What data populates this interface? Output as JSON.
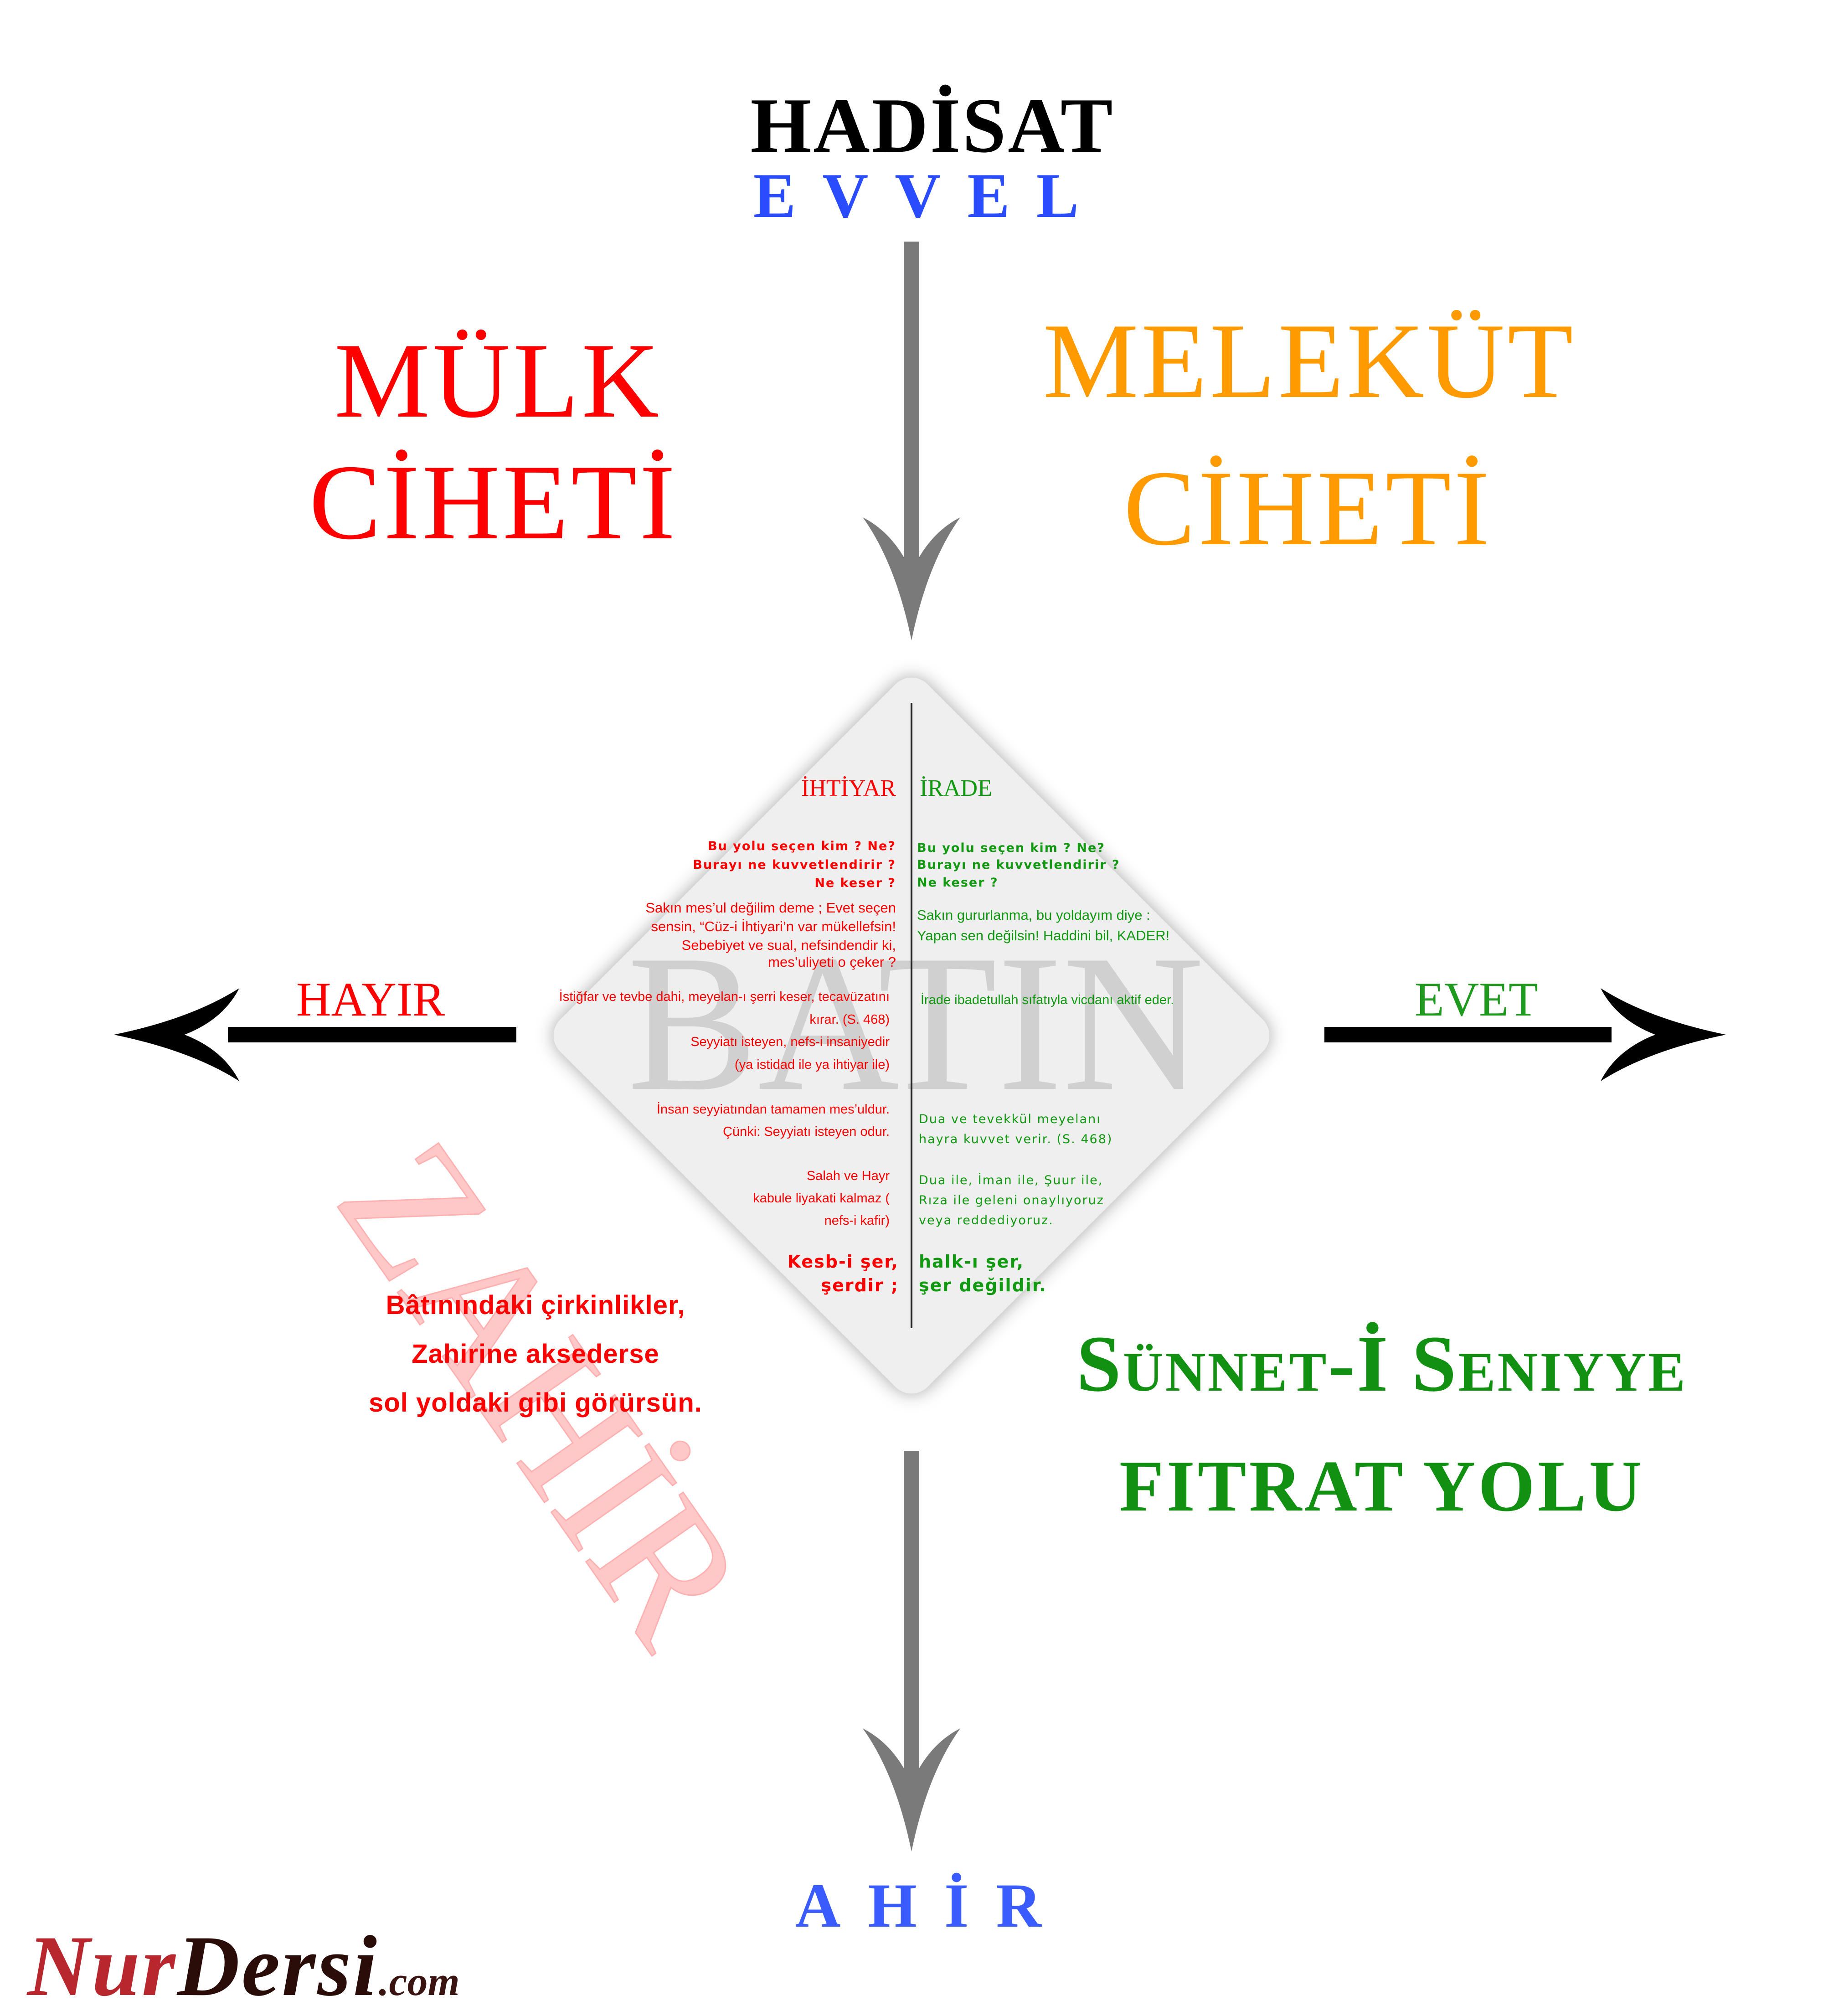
{
  "top": {
    "title": "HADİSAT",
    "subtitle": "EVVEL"
  },
  "bottom": {
    "label": "AHİR"
  },
  "left_quadrant": {
    "line1": "MÜLK",
    "line2": "CİHETİ"
  },
  "right_quadrant": {
    "line1": "MELEKÜT",
    "line2": "CİHETİ"
  },
  "arrows": {
    "left_label": "HAYIR",
    "right_label": "EVET"
  },
  "right_bottom": {
    "line1": "Sünnet-İ Seniyye",
    "line2": "FITRAT YOLU"
  },
  "left_bottom": {
    "watermark": "ZAHİR",
    "lines": [
      "Bâtınındaki çirkinlikler,",
      "Zahirine aksederse",
      "sol yoldaki gibi görürsün."
    ]
  },
  "diamond": {
    "watermark": "BATIN",
    "left": {
      "heading": "İHTİYAR",
      "lines": [
        "Bu yolu seçen kim ? Ne?",
        "Burayı ne kuvvetlendirir ?",
        "Ne keser ?",
        "Sakın mes’ul değilim deme ; Evet seçen",
        "sensin, “Cüz-i İhtiyari’n var mükellefsin!",
        "Sebebiyet ve sual, nefsindendir ki,",
        "mes’uliyeti o çeker ?",
        "İstiğfar ve tevbe dahi, meyelan-ı şerri keser, tecavüzatını",
        "kırar. (S. 468)",
        "Seyyiatı isteyen, nefs-i insaniyedir",
        "(ya istidad ile ya ihtiyar ile)",
        "İnsan seyyiatından tamamen mes’uldur.",
        "Çünki: Seyyiatı isteyen odur.",
        "Salah ve Hayr",
        "kabule liyakati kalmaz (",
        "nefs-i kafir)",
        "Kesb-i şer,",
        "şerdir ;"
      ]
    },
    "right": {
      "heading": "İRADE",
      "lines": [
        "Bu yolu seçen kim ? Ne?",
        "Burayı ne kuvvetlendirir ?",
        "Ne keser ?",
        "Sakın gururlanma, bu yoldayım diye :",
        "Yapan sen değilsin! Haddini bil, KADER!",
        "İrade ibadetullah sıfatıyla vicdanı aktif eder.",
        "Dua ve tevekkül meyelanı",
        "hayra kuvvet verir. (S. 468)",
        "Dua ile, İman ile, Şuur ile,",
        "Rıza ile geleni onaylıyoruz",
        "veya reddediyoruz.",
        "halk-ı şer,",
        "şer değildir."
      ]
    }
  },
  "logo": {
    "part1": "Nur",
    "part2": "Dersi",
    "part3": ".com"
  },
  "colors": {
    "red": "#ff0000",
    "orange": "#ff9a00",
    "green": "#119011",
    "blue": "#2a4cff",
    "arrow_gray": "#7a7a7a",
    "diamond_bg": "#efefef"
  }
}
